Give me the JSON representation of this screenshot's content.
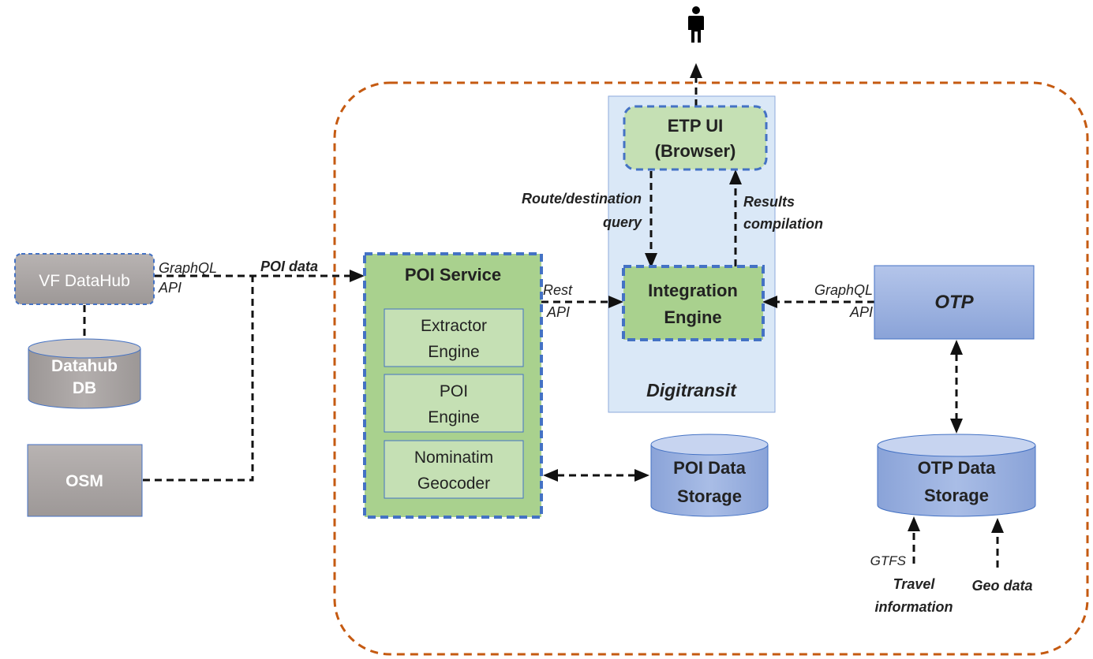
{
  "nodes": {
    "vf_datahub": "VF DataHub",
    "datahub_db": [
      "Datahub",
      "DB"
    ],
    "osm": "OSM",
    "poi_service": "POI Service",
    "extractor_engine": [
      "Extractor",
      "Engine"
    ],
    "poi_engine": [
      "POI",
      "Engine"
    ],
    "nominatim": [
      "Nominatim",
      "Geocoder"
    ],
    "poi_storage": [
      "POI Data",
      "Storage"
    ],
    "etp_ui": [
      "ETP UI",
      "(Browser)"
    ],
    "integration_engine": [
      "Integration",
      "Engine"
    ],
    "digitransit": "Digitransit",
    "otp": "OTP",
    "otp_storage": [
      "OTP Data",
      "Storage"
    ]
  },
  "edges": {
    "graphql_left": [
      "GraphQL",
      "API"
    ],
    "poi_data": "POI data",
    "rest_api": [
      "Rest",
      "API"
    ],
    "graphql_right": [
      "GraphQL",
      "API"
    ],
    "route_query": [
      "Route/destination",
      "query"
    ],
    "results": [
      "Results",
      "compilation"
    ],
    "gtfs": "GTFS",
    "travel_info": [
      "Travel",
      "information"
    ],
    "geo_data": "Geo data"
  },
  "colors": {
    "gray_box": "#a6a1a0",
    "green_outer": "#a9d18e",
    "green_inner": "#c5e0b4",
    "blue_box": "#8faadc",
    "digitransit_bg": "#dae8f7",
    "dashed_blue": "#4472c4",
    "orange_boundary": "#c55a11"
  },
  "icons": {
    "user": "person-icon"
  }
}
